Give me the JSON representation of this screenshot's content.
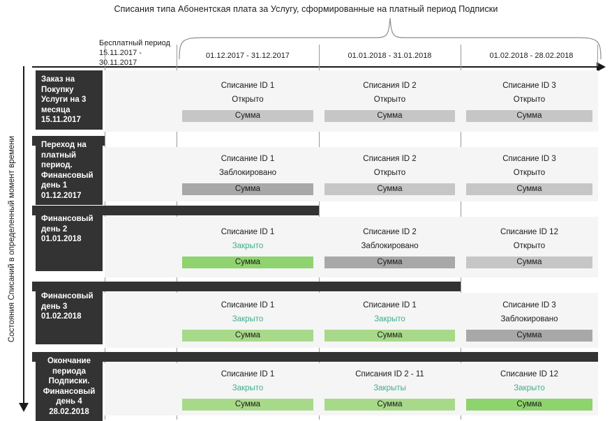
{
  "title": "Списания типа Абонентская плата за Услугу, сформированные на платный период Подписки",
  "axis": {
    "vertical_label": "Состояния Списаний в определенный момент времени",
    "free_period": {
      "label": "Бесплатный период",
      "range": "15.11.2017 - 30.11.2017"
    },
    "periods": [
      "01.12.2017 - 31.12.2017",
      "01.01.2018 - 31.01.2018",
      "01.02.2018 - 28.02.2018"
    ]
  },
  "colors": {
    "dark": "#333333",
    "closed_text": "#3fae8e",
    "green_bright": "#8fd36e",
    "green_light": "#a8d98a",
    "grey_dark": "#a8a8a8",
    "grey_mid": "#c6c6c6",
    "cell_bg": "#f5f5f5"
  },
  "sum_label": "Сумма",
  "rows": [
    {
      "event": "Заказ на Покупку Услуги на 3 месяца 15.11.2017",
      "event_align": "left",
      "strip_cols": 0,
      "cells": [
        {
          "title": "Списание ID 1",
          "state": "Открыто",
          "state_style": "normal",
          "bar": "grey_mid"
        },
        {
          "title": "Списания ID 2",
          "state": "Открыто",
          "state_style": "normal",
          "bar": "grey_mid"
        },
        {
          "title": "Списание ID 3",
          "state": "Открыто",
          "state_style": "normal",
          "bar": "grey_mid"
        }
      ]
    },
    {
      "event": "Переход на платный период. Финансовый день 1 01.12.2017",
      "event_align": "left",
      "strip_cols": 1,
      "cells": [
        {
          "title": "Списание ID 1",
          "state": "Заблокировано",
          "state_style": "normal",
          "bar": "grey_dark"
        },
        {
          "title": "Списания ID 2",
          "state": "Открыто",
          "state_style": "normal",
          "bar": "grey_mid"
        },
        {
          "title": "Списание ID 3",
          "state": "Открыто",
          "state_style": "normal",
          "bar": "grey_mid"
        }
      ]
    },
    {
      "event": "Финансовый день 2 01.01.2018",
      "event_align": "left",
      "strip_cols": 2,
      "cells": [
        {
          "title": "Списание ID 1",
          "state": "Закрыто",
          "state_style": "closed",
          "bar": "green_bright"
        },
        {
          "title": "Списание ID 2",
          "state": "Заблокировано",
          "state_style": "normal",
          "bar": "grey_dark"
        },
        {
          "title": "Списание ID 12",
          "state": "Открыто",
          "state_style": "normal",
          "bar": "grey_mid"
        }
      ]
    },
    {
      "event": "Финансовый день 3 01.02.2018",
      "event_align": "left",
      "strip_cols": 3,
      "cells": [
        {
          "title": "Списание ID 1",
          "state": "Закрыто",
          "state_style": "closed",
          "bar": "green_light"
        },
        {
          "title": "Списание ID 1",
          "state": "Закрыто",
          "state_style": "closed",
          "bar": "green_light"
        },
        {
          "title": "Списание ID 3",
          "state": "Заблокировано",
          "state_style": "normal",
          "bar": "grey_dark"
        }
      ]
    },
    {
      "event": "Окончание периода Подписки. Финансовый день 4 28.02.2018",
      "event_align": "center",
      "strip_cols": 4,
      "cells": [
        {
          "title": "Списание ID 1",
          "state": "Закрыто",
          "state_style": "closed",
          "bar": "green_light"
        },
        {
          "title": "Списания ID 2 - 11",
          "state": "Закрыты",
          "state_style": "closed",
          "bar": "green_light"
        },
        {
          "title": "Списание ID 12",
          "state": "Закрыто",
          "state_style": "closed",
          "bar": "green_bright"
        }
      ]
    }
  ]
}
